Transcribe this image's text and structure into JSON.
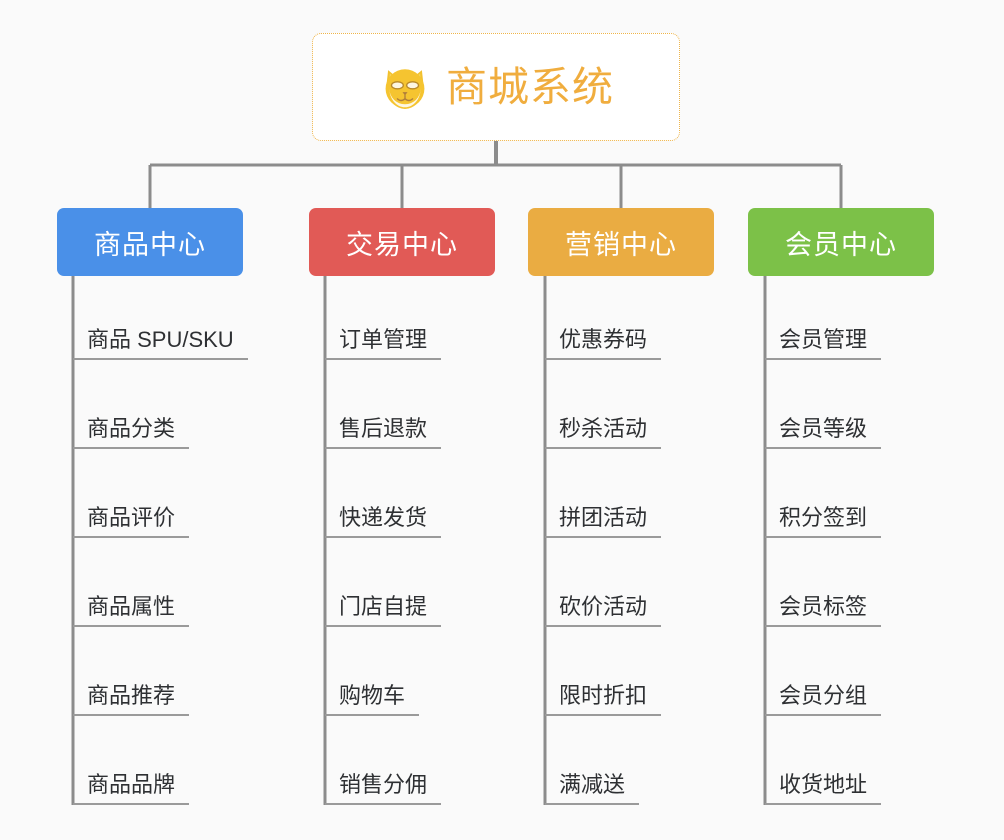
{
  "meta": {
    "background_color": "#fafafa",
    "line_color": "#8c8c8c",
    "leaf_underline_color": "#9a9a9a",
    "leaf_text_color": "#2e3033"
  },
  "root": {
    "title": "商城系统",
    "icon": "shiba-dog-face-icon",
    "text_color": "#f0ad3e",
    "border_color": "#efb54a",
    "background": "#ffffff"
  },
  "columns": [
    {
      "id": "product-center",
      "title": "商品中心",
      "color": "#4a90e8",
      "items": [
        "商品 SPU/SKU",
        "商品分类",
        "商品评价",
        "商品属性",
        "商品推荐",
        "商品品牌"
      ]
    },
    {
      "id": "trade-center",
      "title": "交易中心",
      "color": "#e15a56",
      "items": [
        "订单管理",
        "售后退款",
        "快递发货",
        "门店自提",
        "购物车",
        "销售分佣"
      ]
    },
    {
      "id": "marketing-center",
      "title": "营销中心",
      "color": "#eaac42",
      "items": [
        "优惠券码",
        "秒杀活动",
        "拼团活动",
        "砍价活动",
        "限时折扣",
        "满减送"
      ]
    },
    {
      "id": "member-center",
      "title": "会员中心",
      "color": "#7cc148",
      "items": [
        "会员管理",
        "会员等级",
        "积分签到",
        "会员标签",
        "会员分组",
        "收货地址"
      ]
    }
  ]
}
